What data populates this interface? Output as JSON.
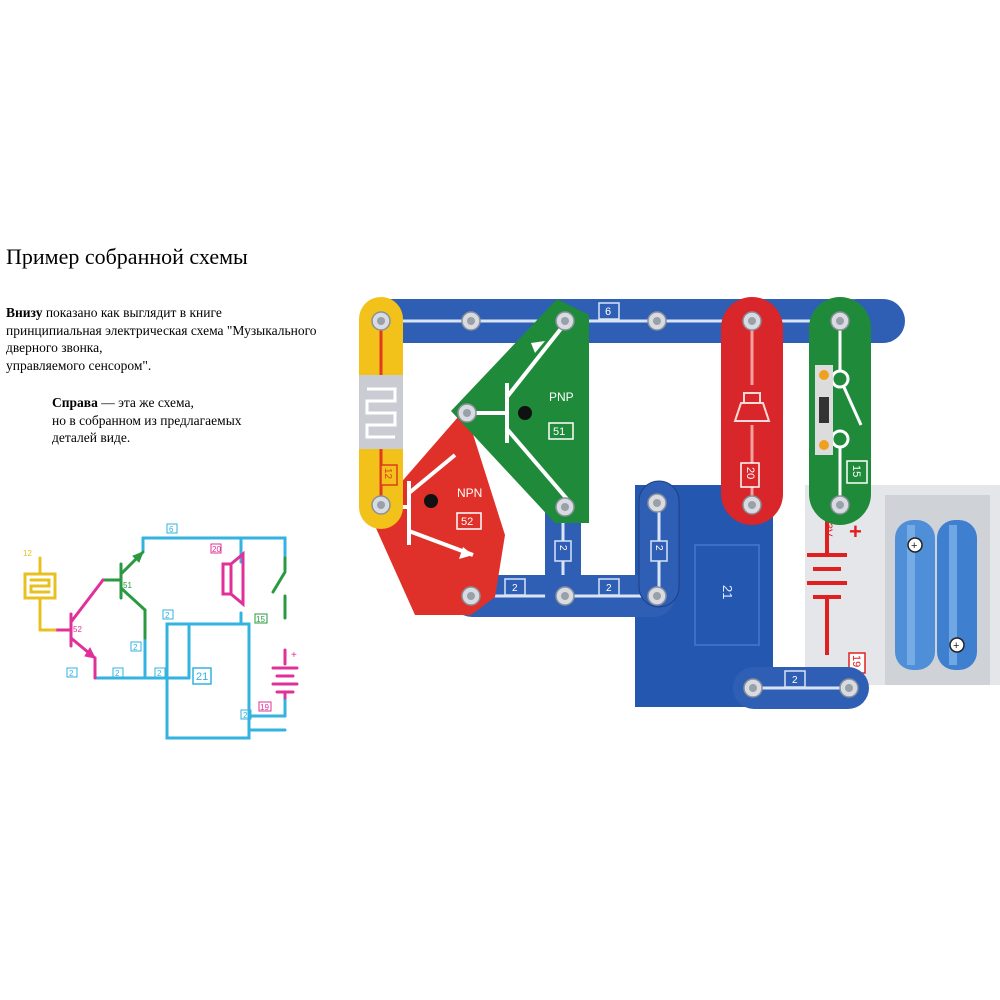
{
  "heading": "Пример собранной схемы",
  "intro": {
    "bold": "Внизу",
    "line1": " показано как выглядит в книге",
    "line2": "принципиальная электрическая схема \"Музыкального",
    "line3": "дверного звонка,",
    "line4": "управляемого сенсором\"."
  },
  "note": {
    "bold": "Справа",
    "line1": " — эта же схема,",
    "line2": "но в собранном из предлагаемых",
    "line3": "деталей виде."
  },
  "board": {
    "pnp_label": "PNP",
    "pnp_num": "51",
    "npn_label": "NPN",
    "npn_num": "52",
    "touch_num": "12",
    "wire_top_num": "6",
    "speaker_num": "20",
    "switch_num": "15",
    "ic_num": "21",
    "battery_voltage": "3V",
    "battery_plus": "+",
    "battery_num": "19",
    "wire_2a": "2",
    "wire_2b": "2",
    "wire_2c": "2",
    "wire_2d": "2",
    "wire_2e": "2"
  },
  "schematic": {
    "top_wire": "6",
    "ic": "21",
    "speaker": "20",
    "switch": "15",
    "touch": "12",
    "pnp": "51",
    "npn": "52",
    "battery": "19",
    "battery_plus": "+",
    "w1": "2",
    "w2": "2",
    "w3": "2",
    "w4": "2",
    "w5": "2",
    "w6": "2"
  },
  "colors": {
    "wire_blue": "#2f5fb5",
    "pnp_green": "#1f8a3a",
    "npn_red": "#e0302a",
    "touch_yellow": "#f2c21a",
    "speaker_red": "#d8262a",
    "ic_blue": "#2457b0",
    "schem_cyan": "#33b3e0",
    "schem_magenta": "#e0309a",
    "schem_green": "#2a9a40",
    "schem_yellow": "#e8c020"
  }
}
